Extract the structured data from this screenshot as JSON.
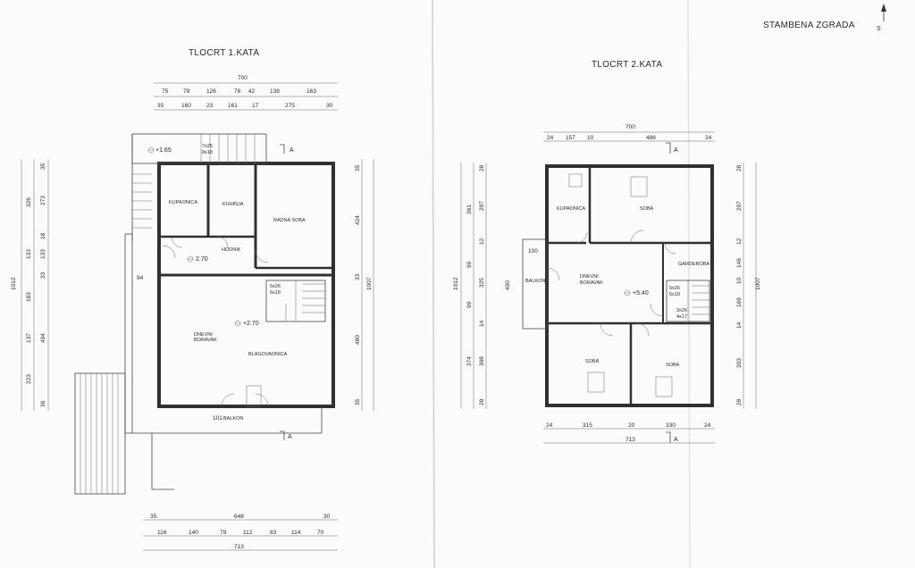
{
  "header": {
    "building_title": "STAMBENA ZGRADA",
    "north_label": "S"
  },
  "plan1": {
    "title": "TLOCRT 1.KATA",
    "levels": [
      "+1.65",
      "2.70",
      "+2.70"
    ],
    "stairs_note": [
      "7x25",
      "8x18"
    ],
    "stairs_note_small": [
      "5x26",
      "6x18"
    ],
    "section_mark": "A",
    "rooms": {
      "kupaonica": "KUPAONICA",
      "kuhinja": "KUHINJA",
      "radna_soba": "RADNA SOBA",
      "hodnik": "HODNIK",
      "dnevni": "DNEVNI",
      "boravak": "BORAVAK",
      "blagovaonica": "BLAGOVAONICA",
      "balkon": "BALKON",
      "balkon_dim": "101"
    },
    "top_total": "700",
    "top_row1": [
      "75",
      "79",
      "126",
      "78",
      "42",
      "138",
      "163"
    ],
    "top_row2": [
      "35",
      "160",
      "23",
      "161",
      "17",
      "275",
      "30"
    ],
    "bottom_total_row": [
      "35",
      "648",
      "30"
    ],
    "bottom_row": [
      "116",
      "140",
      "79",
      "112",
      "83",
      "114",
      "70"
    ],
    "bottom_total": "713",
    "left_outer": [
      "1012"
    ],
    "left_mid": [
      "326",
      "133",
      "183",
      "137",
      "223"
    ],
    "left_inner": [
      "35",
      "273",
      "18",
      "133",
      "33",
      "494",
      "36"
    ],
    "left_side": "94",
    "right_dims": [
      "35",
      "424",
      "33",
      "480",
      "35"
    ],
    "right_total": "1007"
  },
  "plan2": {
    "title": "TLOCRT 2.KATA",
    "level": "+5.40",
    "stairs_note": [
      "5x26",
      "6x18"
    ],
    "stairs_note_b": [
      "3x26",
      "4x17"
    ],
    "section_mark": "A",
    "rooms": {
      "kupaonica": "KUPAONICA",
      "soba_top": "SOBA",
      "dnevni": "DNEVNI",
      "boravak": "BORAVAK",
      "garderoba": "GARDEROBA",
      "balkon": "BALKON",
      "soba_left": "SOBA",
      "soba_right": "SOBA"
    },
    "top_total": "700",
    "top_row": [
      "24",
      "157",
      "10",
      "486",
      "24"
    ],
    "bottom_row": [
      "24",
      "315",
      "20",
      "330",
      "24"
    ],
    "bottom_total": "713",
    "left_outer": "1012",
    "left_mid": [
      "361",
      "99",
      "99",
      "374"
    ],
    "left_inner": [
      "28",
      "297",
      "12",
      "325",
      "14",
      "308",
      "28"
    ],
    "balcony_dims": [
      "100",
      "400"
    ],
    "right_dims": [
      "28",
      "297",
      "12",
      "146",
      "10",
      "169",
      "14",
      "303",
      "28"
    ],
    "right_total": "1007"
  }
}
